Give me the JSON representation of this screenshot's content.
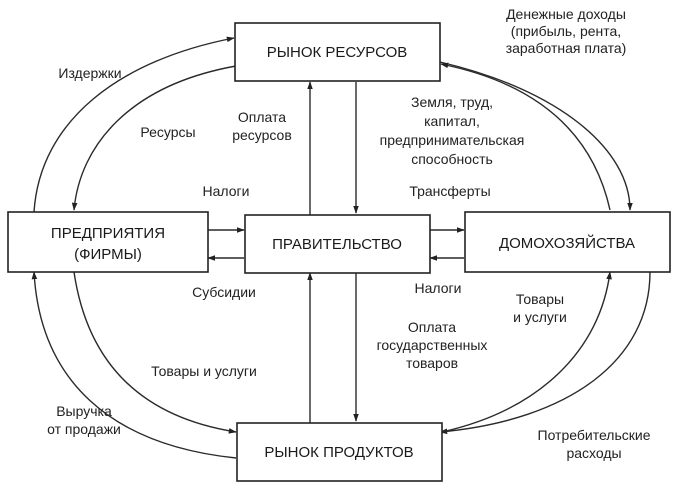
{
  "nodes": {
    "resource_market": "РЫНОК РЕСУРСОВ",
    "firms_line1": "ПРЕДПРИЯТИЯ",
    "firms_line2": "(ФИРМЫ)",
    "government": "ПРАВИТЕЛЬСТВО",
    "households": "ДОМОХОЗЯЙСТВА",
    "product_market": "РЫНОК ПРОДУКТОВ"
  },
  "labels": {
    "income_line1": "Денежные доходы",
    "income_line2": "(прибыль, рента,",
    "income_line3": "заработная плата)",
    "costs": "Издержки",
    "resources": "Ресурсы",
    "resource_payment_line1": "Оплата",
    "resource_payment_line2": "ресурсов",
    "factors_line1": "Земля, труд,",
    "factors_line2": "капитал,",
    "factors_line3": "предпринимательская",
    "factors_line4": "способность",
    "taxes_firms": "Налоги",
    "transfers": "Трансферты",
    "subsidies": "Субсидии",
    "taxes_households": "Налоги",
    "goods_households_line1": "Товары",
    "goods_households_line2": "и услуги",
    "gov_goods_line1": "Оплата",
    "gov_goods_line2": "государственных",
    "gov_goods_line3": "товаров",
    "goods_firms": "Товары и услуги",
    "revenue_line1": "Выручка",
    "revenue_line2": "от продажи",
    "consumer_spending_line1": "Потребительские",
    "consumer_spending_line2": "расходы"
  },
  "colors": {
    "ink": "#222222",
    "background": "#ffffff"
  }
}
